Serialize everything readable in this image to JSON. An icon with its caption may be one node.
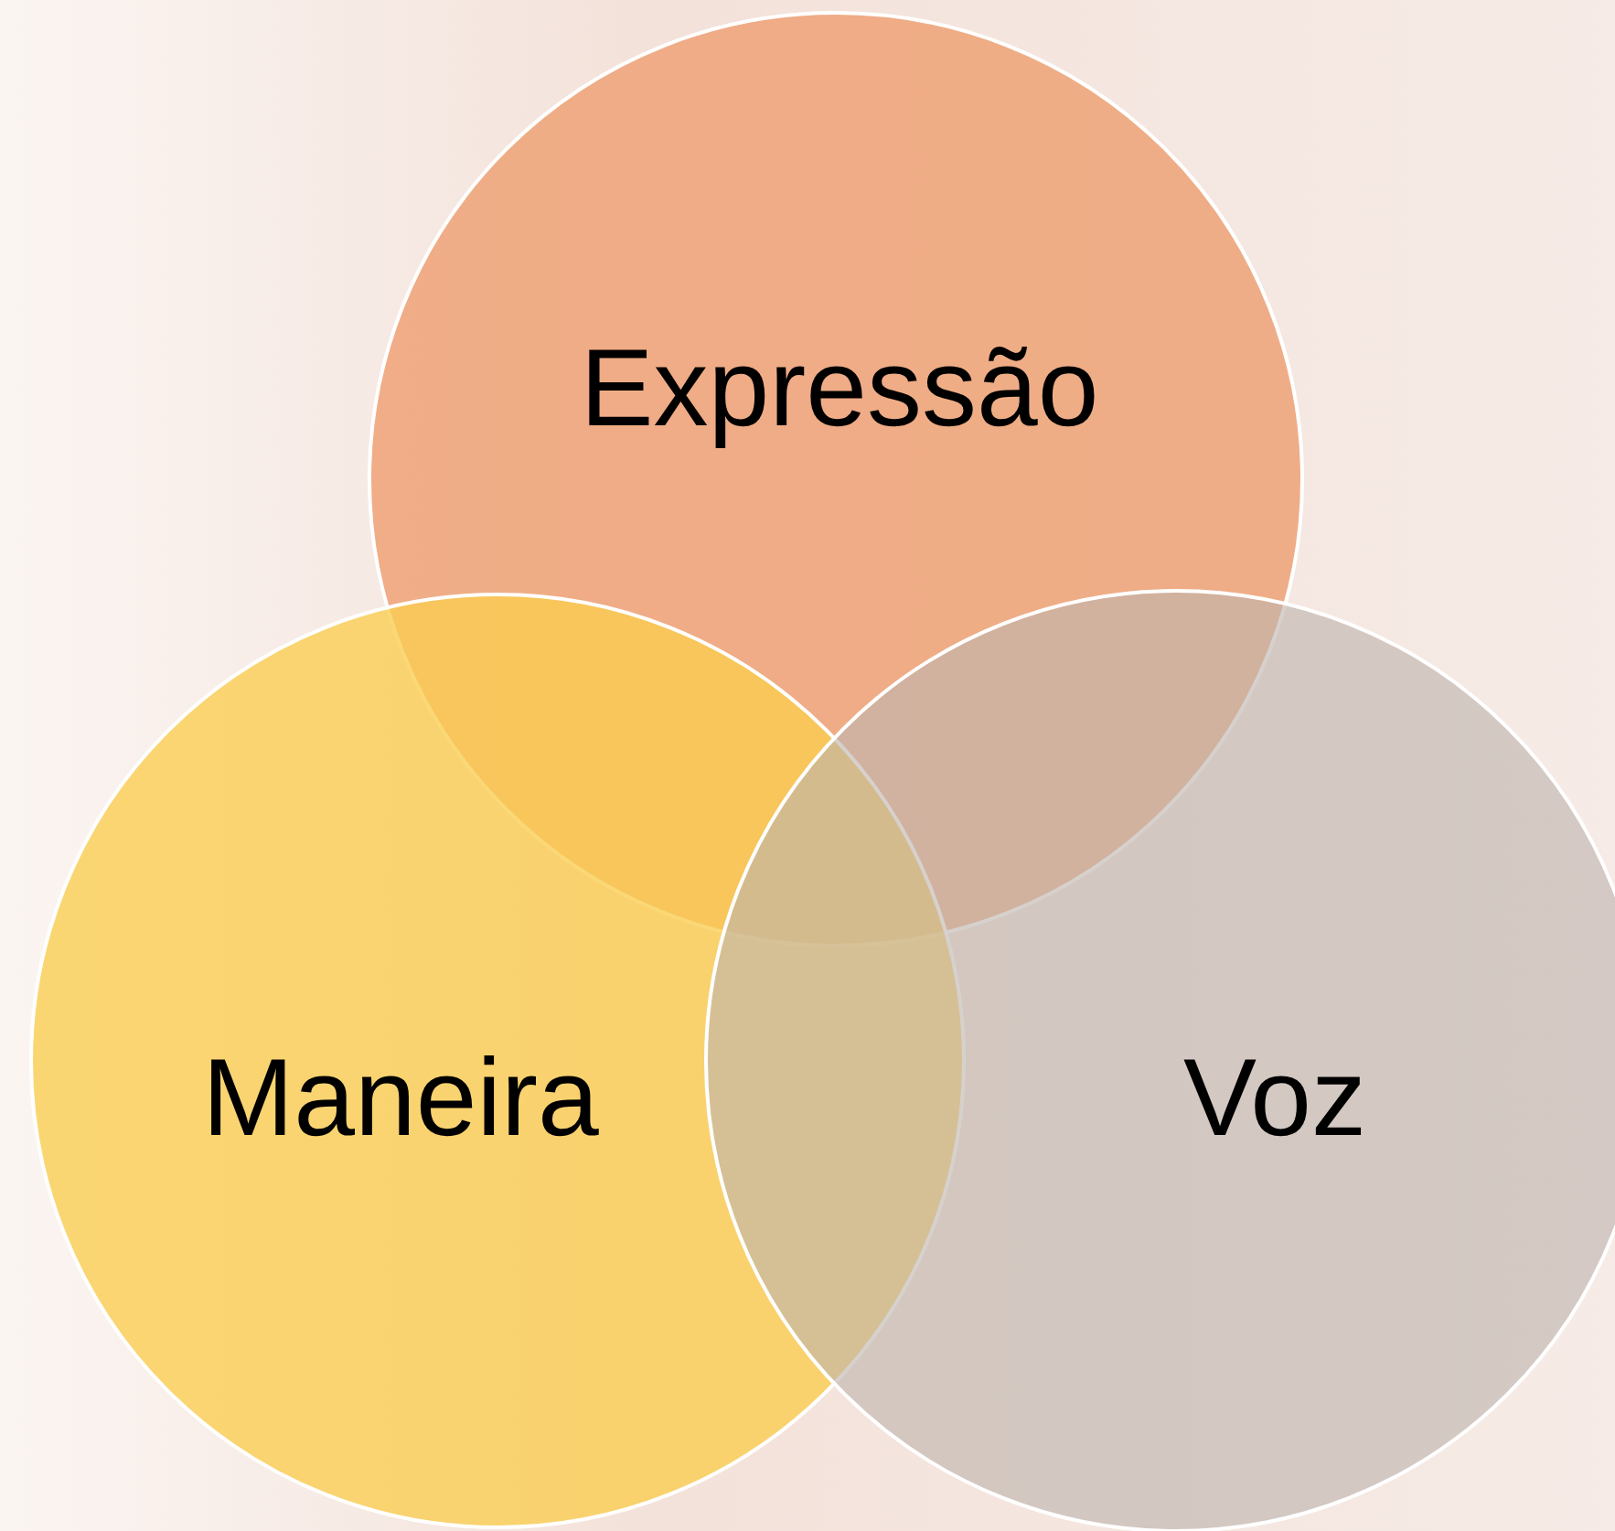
{
  "diagram": {
    "nodes": [
      {
        "text": [
          "Expressão"
        ]
      },
      {
        "text": [
          "Maneira"
        ]
      },
      {
        "text": [
          "Voz"
        ]
      }
    ]
  }
}
